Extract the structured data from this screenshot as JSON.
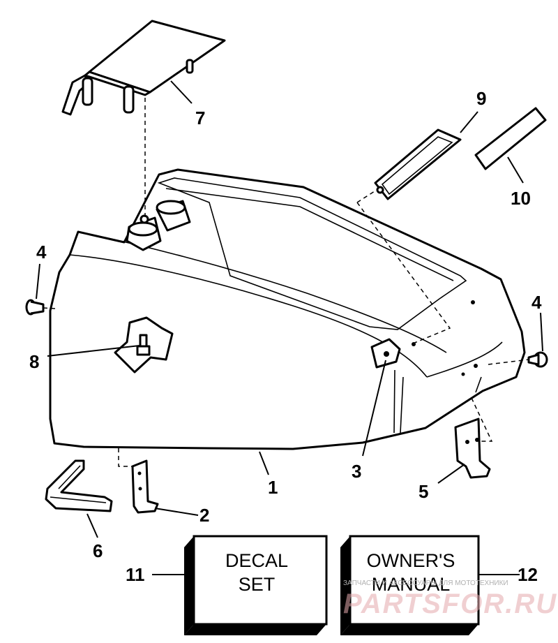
{
  "callouts": {
    "c1": "1",
    "c2": "2",
    "c3": "3",
    "c4a": "4",
    "c4b": "4",
    "c5": "5",
    "c6": "6",
    "c7": "7",
    "c8": "8",
    "c9": "9",
    "c10": "10",
    "c11": "11",
    "c12": "12"
  },
  "boxes": {
    "decal_line1": "DECAL",
    "decal_line2": "SET",
    "manual_line1": "OWNER'S",
    "manual_line2": "MANUAL"
  },
  "watermark": {
    "small": "ЗАПЧАСТИ И АКСЕССУАРЫ ДЛЯ МОТОТЕХНИКИ",
    "big": "PARTSFOR.RU"
  },
  "colors": {
    "line": "#000000",
    "background": "#ffffff",
    "watermark": "#e4a9ad"
  }
}
